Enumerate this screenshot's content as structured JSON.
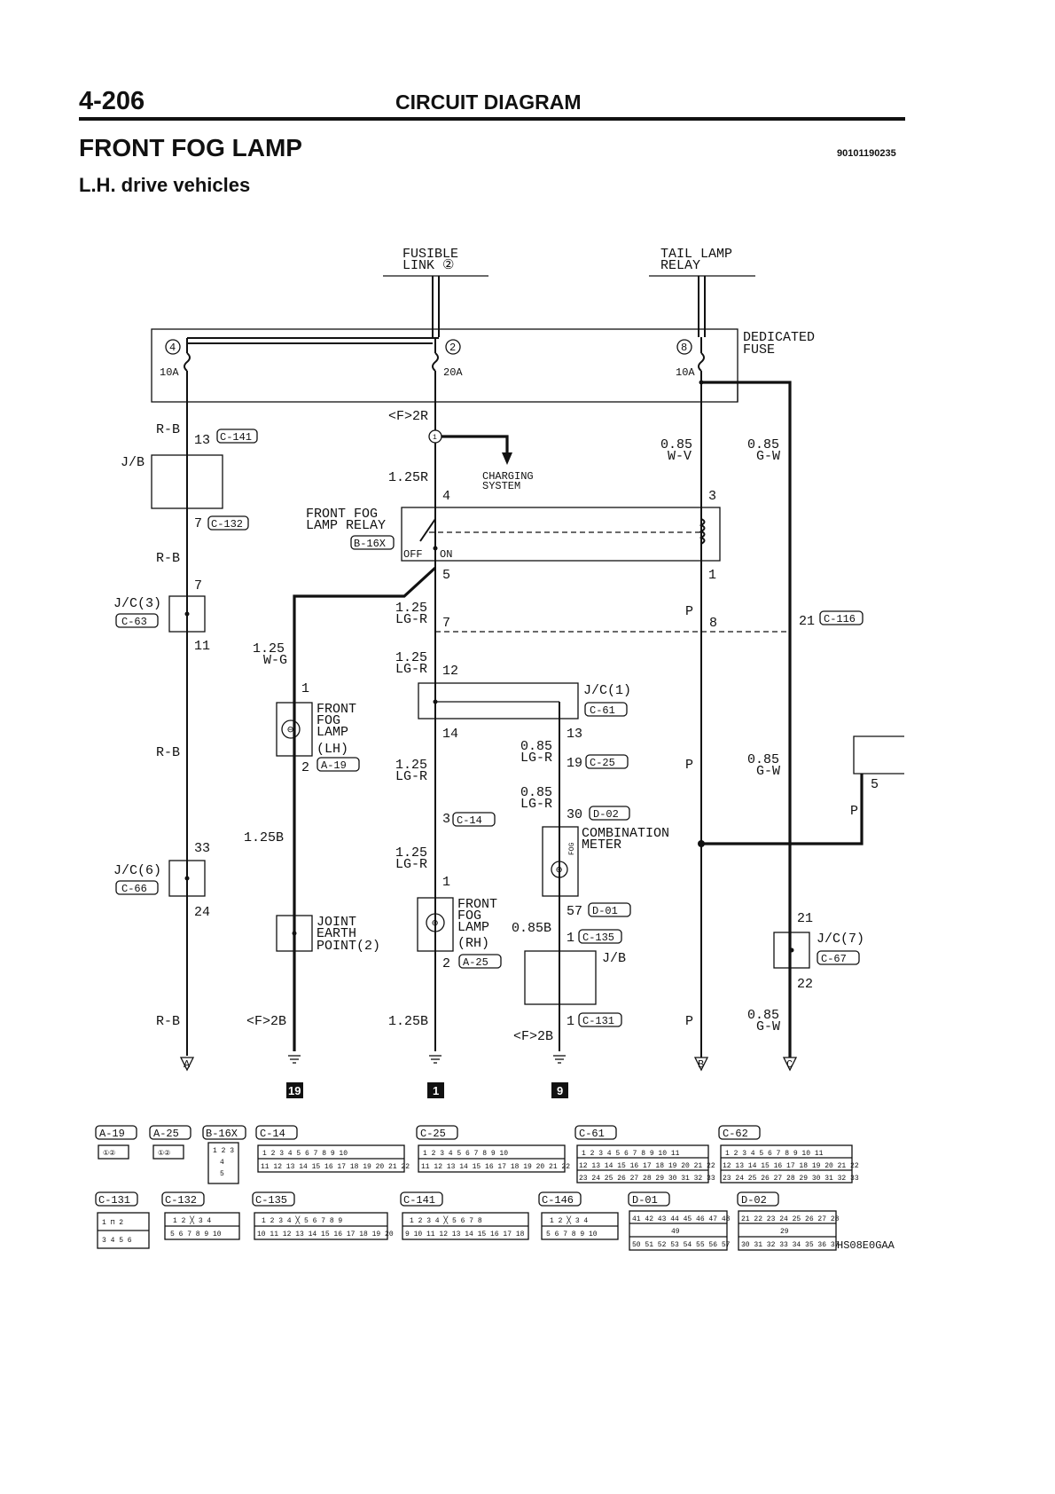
{
  "header": {
    "page_number": "4-206",
    "section": "CIRCUIT DIAGRAM",
    "title": "FRONT FOG LAMP",
    "doc_code": "90101190235",
    "subtitle": "L.H. drive vehicles"
  },
  "sources": {
    "fusible_link": [
      "FUSIBLE",
      "LINK ②"
    ],
    "tail_lamp_relay": [
      "TAIL LAMP",
      "RELAY"
    ],
    "dedicated_fuse": [
      "DEDICATED",
      "FUSE"
    ]
  },
  "fuses": [
    {
      "num": "4",
      "amp": "10A"
    },
    {
      "num": "2",
      "amp": "20A"
    },
    {
      "num": "8",
      "amp": "10A"
    }
  ],
  "components": {
    "jb_left": "J/B",
    "jb_right": "J/B",
    "relay": [
      "FRONT FOG",
      "LAMP RELAY"
    ],
    "relay_conn": "B-16X",
    "relay_off": "OFF",
    "relay_on": "ON",
    "charging": [
      "CHARGING",
      "SYSTEM"
    ],
    "jc3": "J/C(3)",
    "jc3_conn": "C-63",
    "jc6": "J/C(6)",
    "jc6_conn": "C-66",
    "jc1": "J/C(1)",
    "jc1_conn": "C-61",
    "jc7": "J/C(7)",
    "jc7_conn": "C-67",
    "fog_lh": [
      "FRONT",
      "FOG",
      "LAMP",
      "(LH)"
    ],
    "fog_rh": [
      "FRONT",
      "FOG",
      "LAMP",
      "(RH)"
    ],
    "joint_earth": [
      "JOINT",
      "EARTH",
      "POINT(2)"
    ],
    "meter": [
      "COMBINATION",
      "METER"
    ],
    "meter_icon": "FOG"
  },
  "wires": {
    "rb": "R-B",
    "f2r": "<F>2R",
    "r125": "1.25R",
    "wv": [
      "0.85",
      "W-V"
    ],
    "gw": [
      "0.85",
      "G-W"
    ],
    "lgr": [
      "1.25",
      "LG-R"
    ],
    "lgr085": [
      "0.85",
      "LG-R"
    ],
    "wg": [
      "1.25",
      "W-G"
    ],
    "b125": "1.25B",
    "b085": "0.85B",
    "f2b": "<F>2B",
    "p": "P"
  },
  "pins": {
    "c141": "C-141",
    "c132": "C-132",
    "c116": "C-116",
    "c25": "C-25",
    "c14": "C-14",
    "d02": "D-02",
    "d01": "D-01",
    "c135": "C-135",
    "c131": "C-131",
    "a19": "A-19",
    "a25": "A-25"
  },
  "grounds": [
    "19",
    "1",
    "9"
  ],
  "offpage": [
    "A",
    "B",
    "C"
  ],
  "connector_labels": [
    "A-19",
    "A-25",
    "B-16X",
    "C-14",
    "C-25",
    "C-61",
    "C-62",
    "C-131",
    "C-132",
    "C-135",
    "C-141",
    "C-146",
    "D-01",
    "D-02"
  ],
  "figure_code": "HS08E0GAA",
  "colors": {
    "ink": "#111111",
    "paper": "#ffffff"
  }
}
